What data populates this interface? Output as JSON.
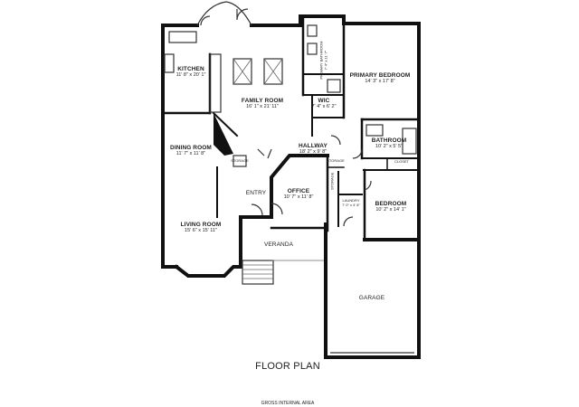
{
  "plan": {
    "title": "FLOOR PLAN",
    "subtitle": "GROSS INTERNAL AREA",
    "rooms": {
      "kitchen": {
        "name": "KITCHEN",
        "dims": "11' 8\" x 20' 1\""
      },
      "family_room": {
        "name": "FAMILY ROOM",
        "dims": "16' 1\" x 21' 11\""
      },
      "primary_bathroom": {
        "name": "PRIMARY BATHROOM",
        "dims": "7' 4\" x 11' 7\""
      },
      "primary_bedroom": {
        "name": "PRIMARY BEDROOM",
        "dims": "14' 3\" x 17' 8\""
      },
      "wic": {
        "name": "WIC",
        "dims": "7' 4\" x 6' 2\""
      },
      "hallway": {
        "name": "HALLWAY",
        "dims": "18' 2\" x 9' 8\""
      },
      "bathroom": {
        "name": "BATHROOM",
        "dims": "10' 2\" x 5' 5\""
      },
      "dining_room": {
        "name": "DINING ROOM",
        "dims": "11' 7\" x 11' 8\""
      },
      "storage_1": {
        "name": "STORAGE"
      },
      "storage_2": {
        "name": "STORAGE"
      },
      "storage_3": {
        "name": "STORAGE"
      },
      "closet": {
        "name": "CLOSET"
      },
      "entry": {
        "name": "ENTRY"
      },
      "office": {
        "name": "OFFICE",
        "dims": "10' 7\" x 11' 8\""
      },
      "laundry": {
        "name": "LAUNDRY",
        "dims": "7' 0\" x 4' 8\""
      },
      "bedroom": {
        "name": "BEDROOM",
        "dims": "10' 2\" x 14' 1\""
      },
      "living_room": {
        "name": "LIVING ROOM",
        "dims": "15' 6\" x 15' 11\""
      },
      "veranda": {
        "name": "VERANDA"
      },
      "garage": {
        "name": "GARAGE"
      }
    }
  }
}
